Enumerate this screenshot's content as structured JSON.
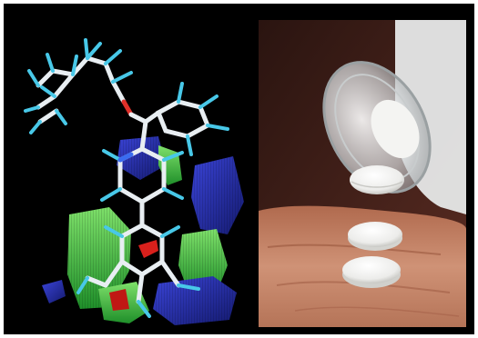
{
  "figure": {
    "panels": [
      {
        "id": "left",
        "content": "molecular-model-3d"
      },
      {
        "id": "right",
        "content": "pills-poured-from-bottle-into-hand"
      }
    ],
    "colors": {
      "background": "#000000",
      "bond_white": "#e8eef2",
      "bond_cyan": "#48c8e8",
      "oxygen_red": "#e0302a",
      "field_green": "#3fbf3a",
      "field_blue": "#2b2fa8",
      "field_red": "#d8201c",
      "skin": "#c98a6a",
      "pill": "#f3f3f1"
    }
  }
}
